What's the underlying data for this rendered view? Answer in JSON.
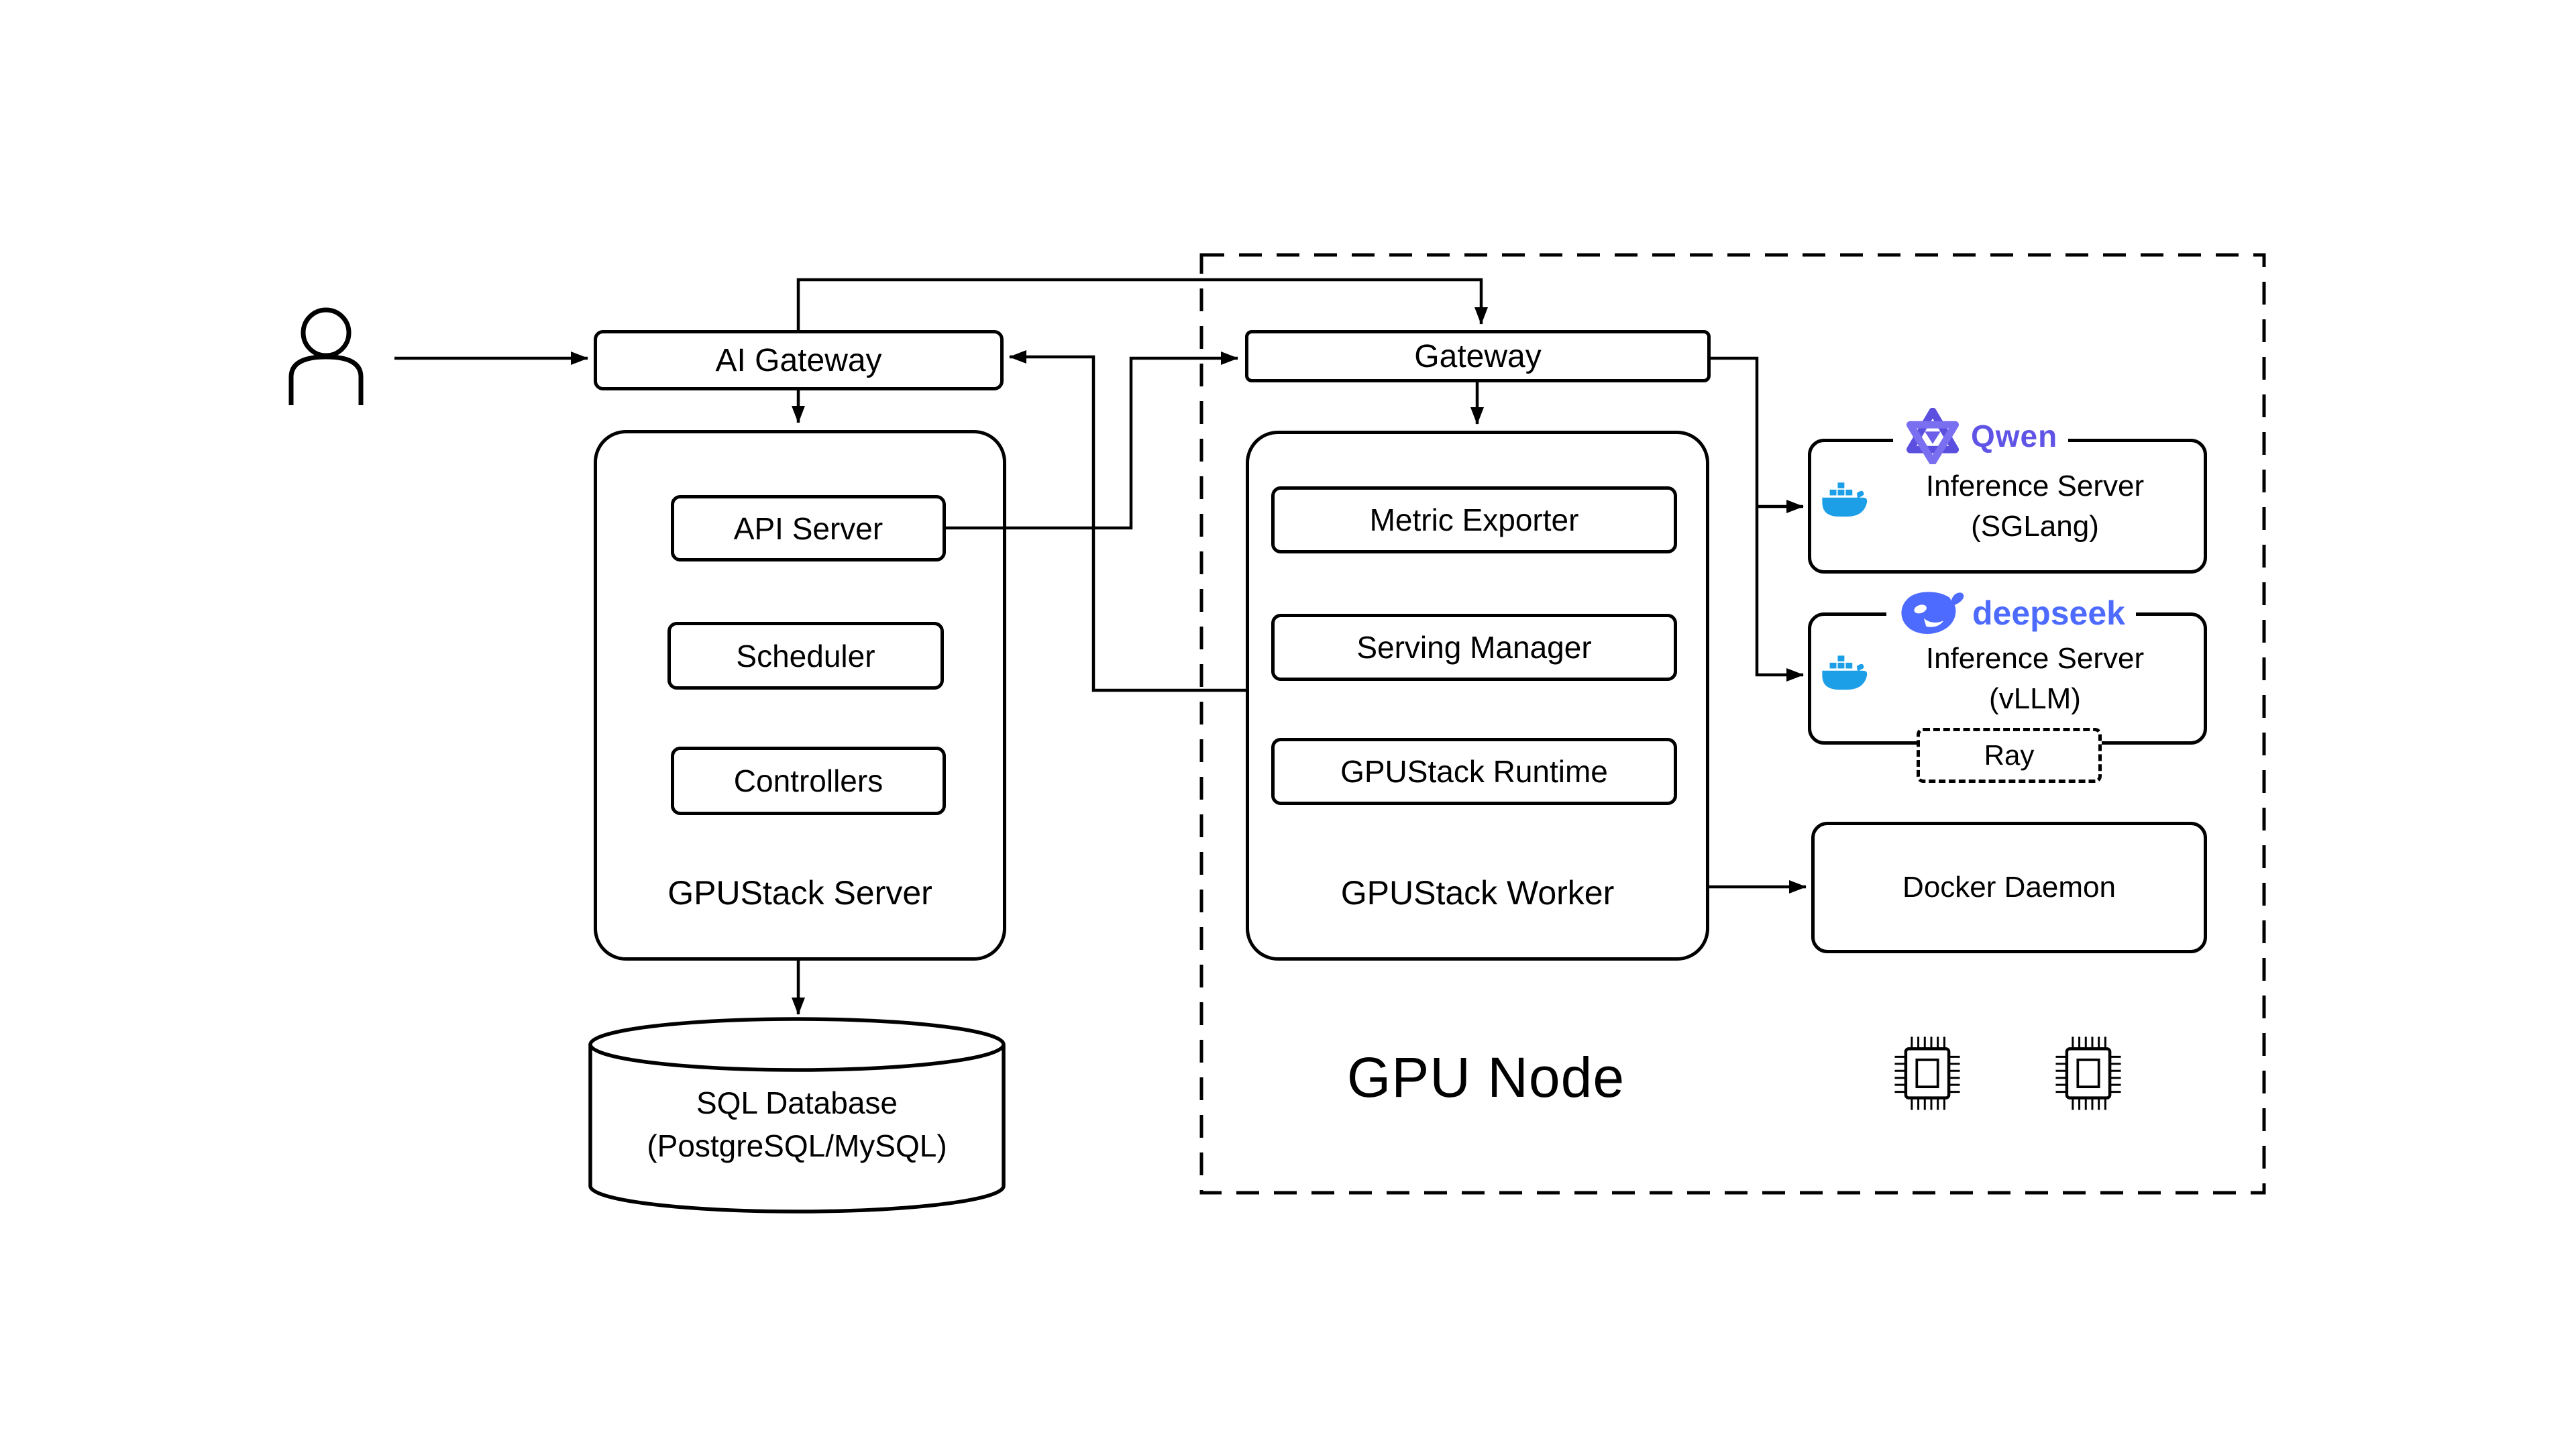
{
  "user": {
    "icon": "person-icon"
  },
  "left_column": {
    "ai_gateway": "AI Gateway",
    "server": {
      "title": "GPUStack Server",
      "api_server": "API Server",
      "scheduler": "Scheduler",
      "controllers": "Controllers"
    },
    "database": {
      "line1": "SQL Database",
      "line2": "(PostgreSQL/MySQL)"
    }
  },
  "gpu_node": {
    "title": "GPU Node",
    "gateway": "Gateway",
    "worker": {
      "title": "GPUStack Worker",
      "metric_exporter": "Metric Exporter",
      "serving_manager": "Serving Manager",
      "runtime": "GPUStack Runtime"
    },
    "inference_sglang": {
      "brand": "Qwen",
      "line1": "Inference Server",
      "line2": "(SGLang)"
    },
    "inference_vllm": {
      "brand": "deepseek",
      "line1": "Inference Server",
      "line2": "(vLLM)",
      "ray": "Ray"
    },
    "docker_daemon": "Docker Daemon"
  },
  "colors": {
    "line": "#000000",
    "qwen_purple": "#5F54E6",
    "deepseek_blue": "#4D6BFE",
    "docker_blue": "#1D9FE8"
  }
}
